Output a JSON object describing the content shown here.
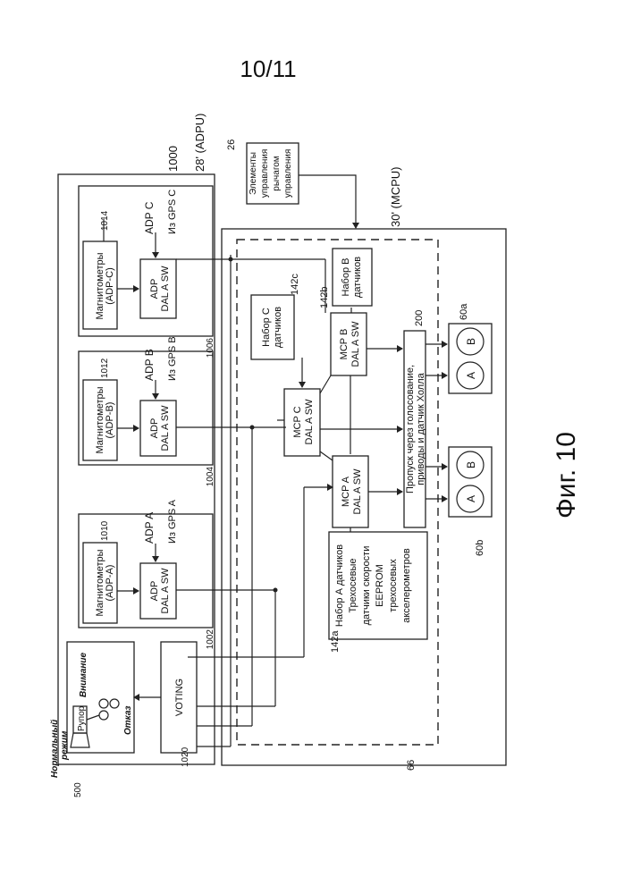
{
  "page_number": "10/11",
  "figure_caption": "Фиг. 10",
  "refs": {
    "r1000": "1000",
    "r28": "28' (ADPU)",
    "r26": "26",
    "r30": "30' (MCPU)",
    "r1014": "1014",
    "r1012": "1012",
    "r1010": "1010",
    "r1006": "1006",
    "r1004": "1004",
    "r1002": "1002",
    "r1020": "1020",
    "r500": "500",
    "r66": "66",
    "r142a": "142a",
    "r142b": "142b",
    "r142c": "142c",
    "r200": "200",
    "r60a": "60a",
    "r60b": "60b"
  },
  "control": [
    "Элементы",
    "управления",
    "рычагом",
    "управления"
  ],
  "adp_units": [
    {
      "title": "ADP C",
      "magnet": [
        "Магнитометры",
        "(ADP-C)"
      ],
      "proc": [
        "ADP",
        "DAL A SW"
      ],
      "gps": "Из GPS C"
    },
    {
      "title": "ADP B",
      "magnet": [
        "Магнитометры",
        "(ADP-B)"
      ],
      "proc": [
        "ADP",
        "DAL A SW"
      ],
      "gps": "Из GPS B"
    },
    {
      "title": "ADP A",
      "magnet": [
        "Магнитометры",
        "(ADP-A)"
      ],
      "proc": [
        "ADP",
        "DAL A SW"
      ],
      "gps": "Из GPS A"
    }
  ],
  "voting": "VOTING",
  "indicator": {
    "horn": "Рупор",
    "attention": "Внимание",
    "failure": "Отказ",
    "normal": [
      "Нормальный",
      "режим"
    ]
  },
  "mcp": [
    [
      "MCP C",
      "DAL A SW"
    ],
    [
      "MCP B",
      "DAL A SW"
    ],
    [
      "MCP A",
      "DAL A SW"
    ]
  ],
  "sensors_c": [
    "Набор C",
    "датчиков"
  ],
  "sensors_b": [
    "Набор B",
    "датчиков"
  ],
  "sensors_a": [
    "Набор А датчиков",
    "Трехосевые",
    "датчики скорости",
    "EEPROM",
    "трехосевых",
    "акселерометров"
  ],
  "pass": [
    "Пропуск через голосование,",
    "приводы и датчик Холла"
  ],
  "actuator_a": "A",
  "actuator_b": "B"
}
